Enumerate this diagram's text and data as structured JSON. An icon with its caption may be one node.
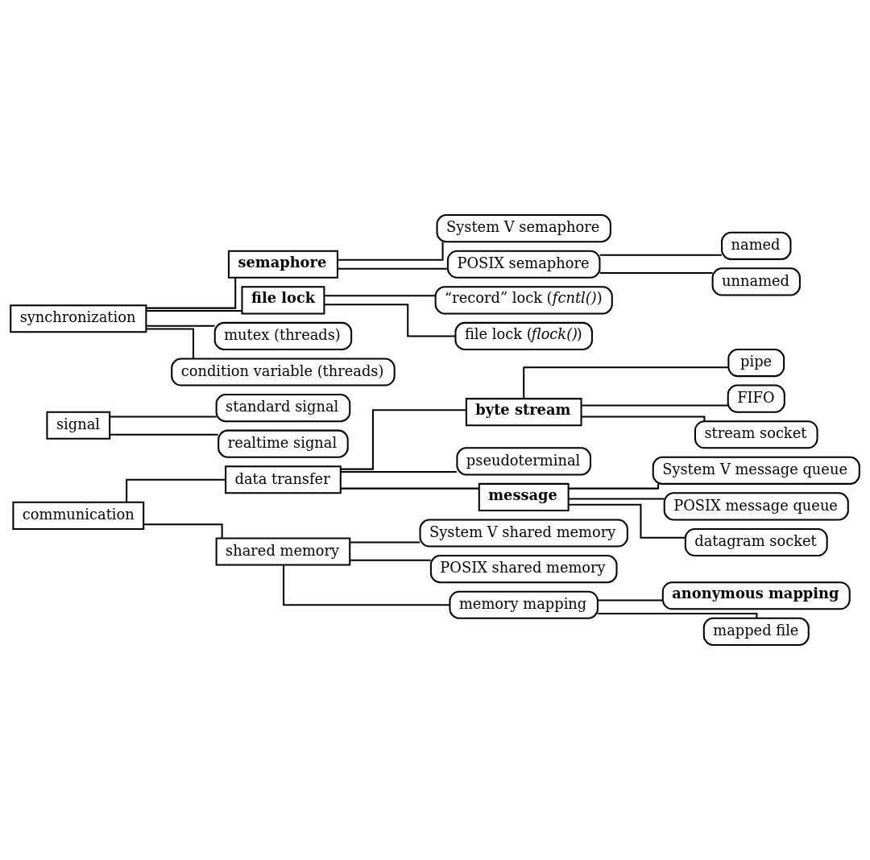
{
  "diagram": {
    "nodes": [
      {
        "text": [
          "communication"
        ]
      },
      {
        "text": [
          "data transfer"
        ]
      },
      {
        "text": [
          "byte stream"
        ]
      },
      {
        "text": [
          "pipe"
        ]
      },
      {
        "text": [
          "FIFO"
        ]
      },
      {
        "text": [
          "stream socket"
        ]
      },
      {
        "text": [
          "pseudoterminal"
        ]
      },
      {
        "text": [
          "message"
        ]
      },
      {
        "text": [
          "System V message queue"
        ]
      },
      {
        "text": [
          "POSIX message queue"
        ]
      },
      {
        "text": [
          "datagram socket"
        ]
      },
      {
        "text": [
          "shared memory"
        ]
      },
      {
        "text": [
          "System V shared memory"
        ]
      },
      {
        "text": [
          "POSIX shared memory"
        ]
      },
      {
        "text": [
          "memory mapping"
        ]
      },
      {
        "text": [
          "anonymous mapping"
        ]
      },
      {
        "text": [
          "mapped file"
        ]
      },
      {
        "text": [
          "signal"
        ]
      },
      {
        "text": [
          "standard signal"
        ]
      },
      {
        "text": [
          "realtime signal"
        ]
      },
      {
        "text": [
          "synchronization"
        ]
      },
      {
        "text": [
          "semaphore"
        ]
      },
      {
        "text": [
          "System V semaphore"
        ]
      },
      {
        "text": [
          "POSIX semaphore"
        ]
      },
      {
        "text": [
          "named"
        ]
      },
      {
        "text": [
          "unnamed"
        ]
      },
      {
        "text": [
          "file lock"
        ]
      },
      {
        "text": [
          "“record” lock (*fcntl()*)"
        ]
      },
      {
        "text": [
          "file lock (*flock()*)"
        ]
      },
      {
        "text": [
          "mutex (threads)"
        ]
      },
      {
        "text": [
          "condition variable (threads)"
        ]
      }
    ],
    "edges": [
      {
        "from": 0,
        "to": 1,
        "arrow": "none"
      },
      {
        "from": 1,
        "to": 2,
        "arrow": "none"
      },
      {
        "from": 2,
        "to": 3,
        "arrow": "none"
      },
      {
        "from": 2,
        "to": 4,
        "arrow": "none"
      },
      {
        "from": 2,
        "to": 5,
        "arrow": "none"
      },
      {
        "from": 1,
        "to": 6,
        "arrow": "none"
      },
      {
        "from": 1,
        "to": 7,
        "arrow": "none"
      },
      {
        "from": 7,
        "to": 8,
        "arrow": "none"
      },
      {
        "from": 7,
        "to": 9,
        "arrow": "none"
      },
      {
        "from": 7,
        "to": 10,
        "arrow": "none"
      },
      {
        "from": 0,
        "to": 11,
        "arrow": "none"
      },
      {
        "from": 11,
        "to": 12,
        "arrow": "none"
      },
      {
        "from": 11,
        "to": 13,
        "arrow": "none"
      },
      {
        "from": 11,
        "to": 14,
        "arrow": "none"
      },
      {
        "from": 14,
        "to": 15,
        "arrow": "none"
      },
      {
        "from": 14,
        "to": 16,
        "arrow": "none"
      },
      {
        "from": 17,
        "to": 18,
        "arrow": "none"
      },
      {
        "from": 17,
        "to": 19,
        "arrow": "none"
      },
      {
        "from": 20,
        "to": 21,
        "arrow": "none"
      },
      {
        "from": 21,
        "to": 22,
        "arrow": "none"
      },
      {
        "from": 21,
        "to": 23,
        "arrow": "none"
      },
      {
        "from": 23,
        "to": 24,
        "arrow": "none"
      },
      {
        "from": 23,
        "to": 25,
        "arrow": "none"
      },
      {
        "from": 20,
        "to": 26,
        "arrow": "none"
      },
      {
        "from": 26,
        "to": 27,
        "arrow": "none"
      },
      {
        "from": 26,
        "to": 28,
        "arrow": "none"
      },
      {
        "from": 20,
        "to": 29,
        "arrow": "none"
      },
      {
        "from": 20,
        "to": 30,
        "arrow": "none"
      }
    ]
  }
}
